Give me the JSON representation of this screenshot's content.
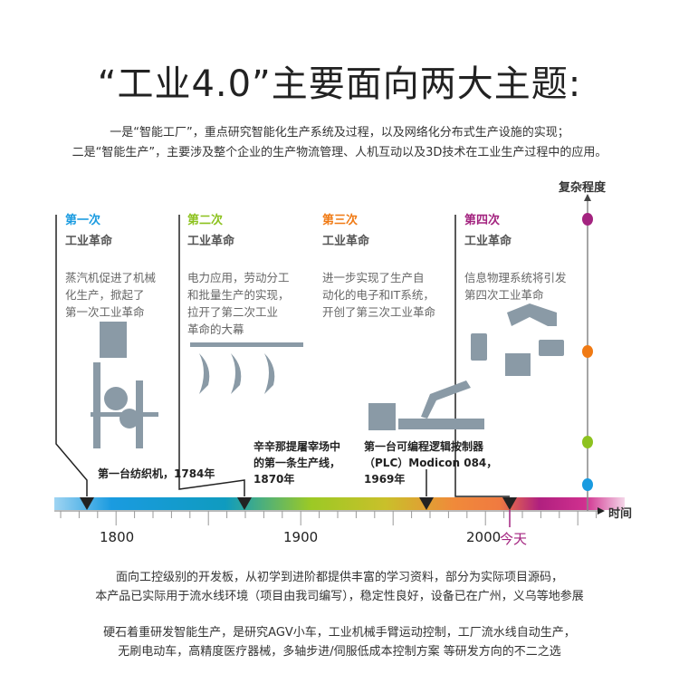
{
  "title": "“工业4.0”主要面向两大主题:",
  "subtitle": [
    "一是“智能工厂”，重点研究智能化生产系统及过程，以及网络化分布式生产设施的实现；",
    "二是“智能生产”，主要涉及整个企业的生产物流管理、人机互动以及3D技术在工业生产过程中的应用。"
  ],
  "y_axis_label": "复杂程度",
  "x_axis_label": "时间",
  "eras": [
    {
      "ordinal": "第一次",
      "heading": "工业革命",
      "desc": [
        "蒸汽机促进了机械",
        "化生产，掀起了",
        "第一次工业革命"
      ],
      "event": [
        "第一台纺织机，1784年"
      ],
      "color": "#1a9be0"
    },
    {
      "ordinal": "第二次",
      "heading": "工业革命",
      "desc": [
        "电力应用，劳动分工",
        "和批量生产的实现，",
        "拉开了第二次工业",
        "革命的大幕"
      ],
      "event": [
        "辛辛那提屠宰场中",
        "的第一条生产线，",
        "1870年"
      ],
      "color": "#8dc21f"
    },
    {
      "ordinal": "第三次",
      "heading": "工业革命",
      "desc": [
        "进一步实现了生产自",
        "动化的电子和IT系统，",
        "开创了第三次工业革命"
      ],
      "event": [
        "第一台可编程逻辑按制器",
        "（PLC）Modicon 084，",
        "1969年"
      ],
      "color": "#f07a14"
    },
    {
      "ordinal": "第四次",
      "heading": "工业革命",
      "desc": [
        "信息物理系统将引发",
        "第四次工业革命"
      ],
      "color": "#a3237f"
    }
  ],
  "years": [
    "1800",
    "1900",
    "2000"
  ],
  "today": "今天",
  "footer": [
    "面向工控级别的开发板，从初学到进阶都提供丰富的学习资料，部分为实际项目源码，",
    "本产品已实际用于流水线环境（项目由我司编写），稳定性良好，设备已在广州，义乌等地参展",
    "硬石着重研发智能生产，是研究AGV小车，工业机械手臂运动控制，工厂流水线自动生产，",
    "无刷电动车，高精度医疗器械，多轴步进/伺服低成本控制方案 等研发方向的不二之选"
  ]
}
